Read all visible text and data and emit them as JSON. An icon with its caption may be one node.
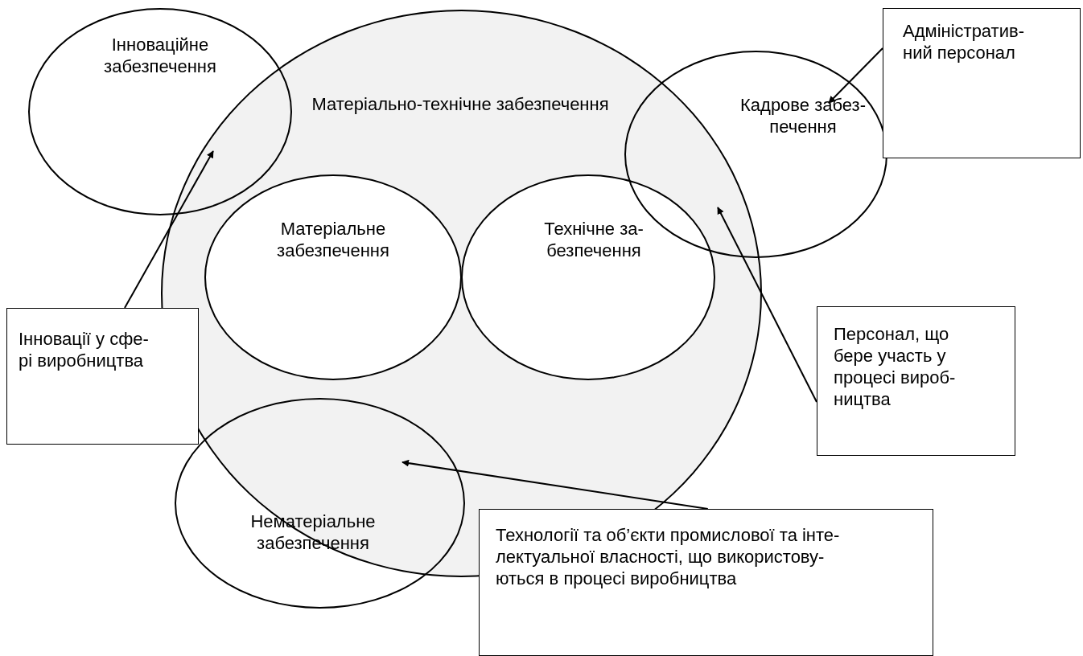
{
  "diagram": {
    "nodes": [
      {
        "text": [
          "Матеріально-технічне забезпечення"
        ]
      },
      {
        "text": [
          "Інноваційне забезпечення"
        ]
      },
      {
        "text": [
          "Матеріальне забезпечення"
        ],
        "in": 0
      },
      {
        "text": [
          "Технічне за- безпечення"
        ],
        "in": 0
      },
      {
        "text": [
          "Кадрове забез- печення"
        ]
      },
      {
        "text": [
          "Нематеріальне забезпечення"
        ]
      },
      {
        "text": [
          "Адміністратив- ний персонал"
        ]
      },
      {
        "text": [
          "Інновації у сфе- рі виробництва"
        ]
      },
      {
        "text": [
          "Персонал, що бере участь у процесі вироб- ництва"
        ]
      },
      {
        "text": [
          "Технології та об’єкти промислової та інте- лектуальної власності, що використову- ються в процесі виробництва"
        ]
      }
    ],
    "edges": [
      {
        "from": 7,
        "to": 1,
        "arrow": "to"
      },
      {
        "from": 6,
        "to": 4,
        "arrow": "to"
      },
      {
        "from": 8,
        "to": 4,
        "arrow": "to"
      },
      {
        "from": 9,
        "to": 5,
        "arrow": "to"
      }
    ]
  }
}
